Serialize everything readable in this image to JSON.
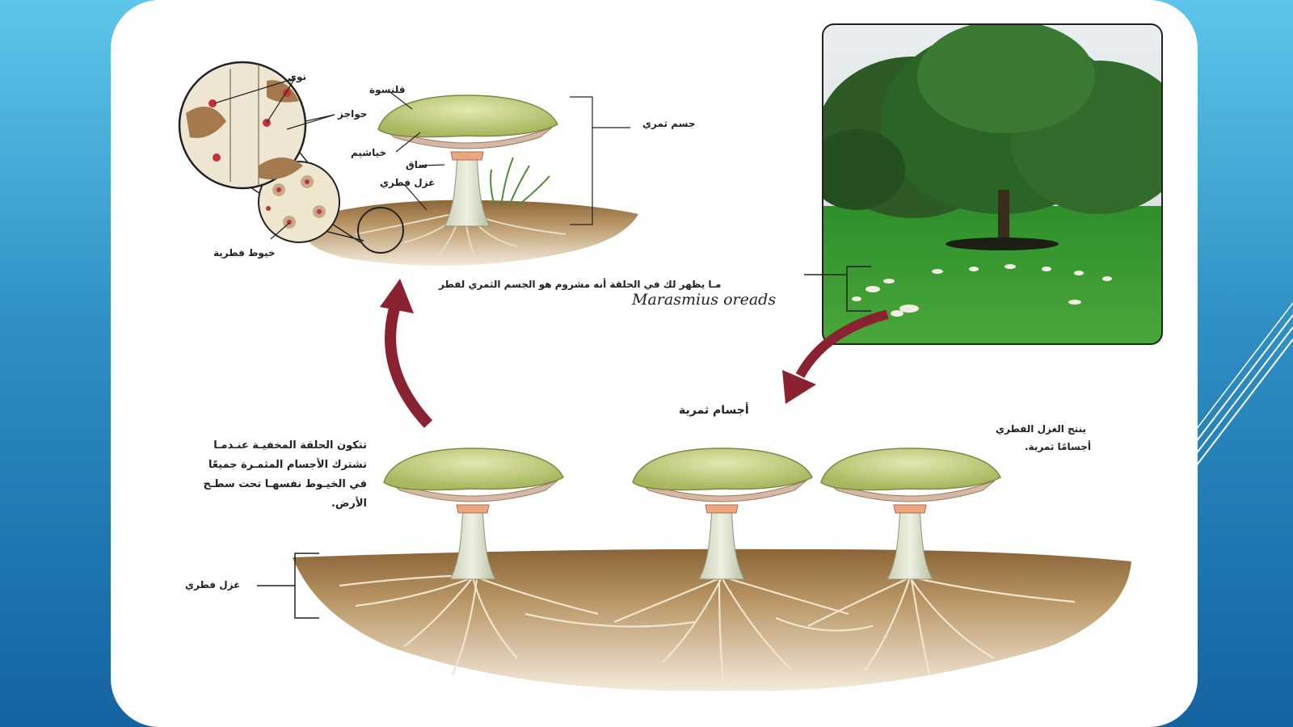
{
  "colors": {
    "background_top": "#5cc6ea",
    "background_bottom": "#1463a0",
    "card": "#ffffff",
    "arrow": "#8a2232",
    "soil": "#b38a5c",
    "cap": "#c9d48a",
    "grass": "#2f8a2c"
  },
  "labels": {
    "nuclei": "نوى",
    "cap": "قلنسوة",
    "septa": "حواجز",
    "gills": "خياشيم",
    "stalk": "ساق",
    "mycelium_top": "غزل فطري",
    "hyphae": "خيوط فطرية",
    "fruiting_body": "جسم ثمري",
    "fruiting_bodies": "أجسام ثمرية",
    "mycelium_bottom": "غزل فطري"
  },
  "captions": {
    "ring_caption_arabic": "مـا يظهر لك في الحلقة أنه مشروم هو الجسم الثمري لفطر",
    "ring_caption_latin": "Marasmius oreads",
    "produces_line1": "ينتج الغزل الفطري",
    "produces_line2": "أجسامًا ثمرية.",
    "ring_forms_line1": "تتكون الحلقة المخفيـة عنـدمـا",
    "ring_forms_line2": "تشترك الأجسام المثمـرة جميعًا",
    "ring_forms_line3": "في الخيـوط نفسهـا تحت سطـح",
    "ring_forms_line4": "الأرض."
  },
  "icons": [
    "curved-arrow-up-icon",
    "curved-arrow-down-icon",
    "mushroom-icon",
    "tree-photo"
  ]
}
